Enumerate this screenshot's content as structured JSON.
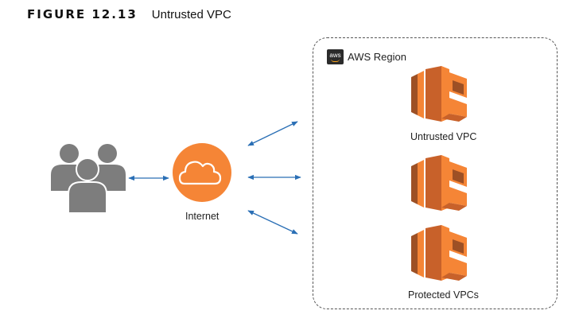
{
  "figure": {
    "label": "FIGURE 12.13",
    "title": "Untrusted VPC"
  },
  "region": {
    "label": "AWS Region",
    "badge": "aws"
  },
  "nodes": {
    "internet": "Internet",
    "untrusted_vpc": "Untrusted VPC",
    "protected_vpcs": "Protected VPCs"
  },
  "icons": [
    "users-icon",
    "internet-cloud-icon",
    "vpc-icon",
    "aws-logo-icon"
  ],
  "colors": {
    "aws_orange": "#f58536",
    "aws_orange_dark": "#9d5025",
    "arrow_blue": "#2a6fb5",
    "users_gray": "#7d7d7d"
  }
}
